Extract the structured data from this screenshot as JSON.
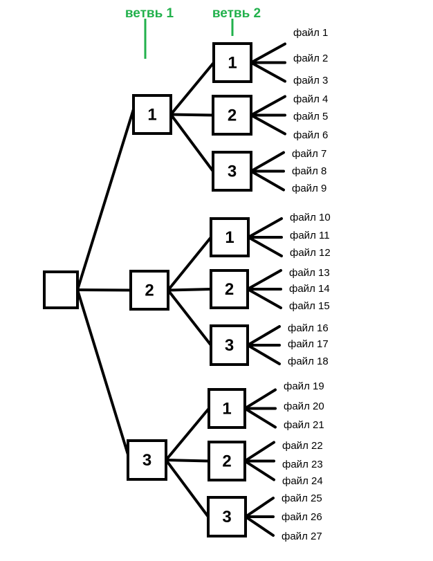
{
  "branch_labels": {
    "branch1": "ветвь 1",
    "branch2": "ветвь 2",
    "color": "#22b14c"
  },
  "nodes": {
    "root": "",
    "level1": [
      "1",
      "2",
      "3"
    ],
    "level2": [
      [
        "1",
        "2",
        "3"
      ],
      [
        "1",
        "2",
        "3"
      ],
      [
        "1",
        "2",
        "3"
      ]
    ]
  },
  "files": [
    "файл 1",
    "файл 2",
    "файл 3",
    "файл 4",
    "файл 5",
    "файл 6",
    "файл 7",
    "файл 8",
    "файл 9",
    "файл 10",
    "файл 11",
    "файл 12",
    "файл 13",
    "файл 14",
    "файл 15",
    "файл 16",
    "файл 17",
    "файл 18",
    "файл 19",
    "файл 20",
    "файл 21",
    "файл 22",
    "файл 23",
    "файл 24",
    "файл 25",
    "файл 26",
    "файл 27"
  ]
}
